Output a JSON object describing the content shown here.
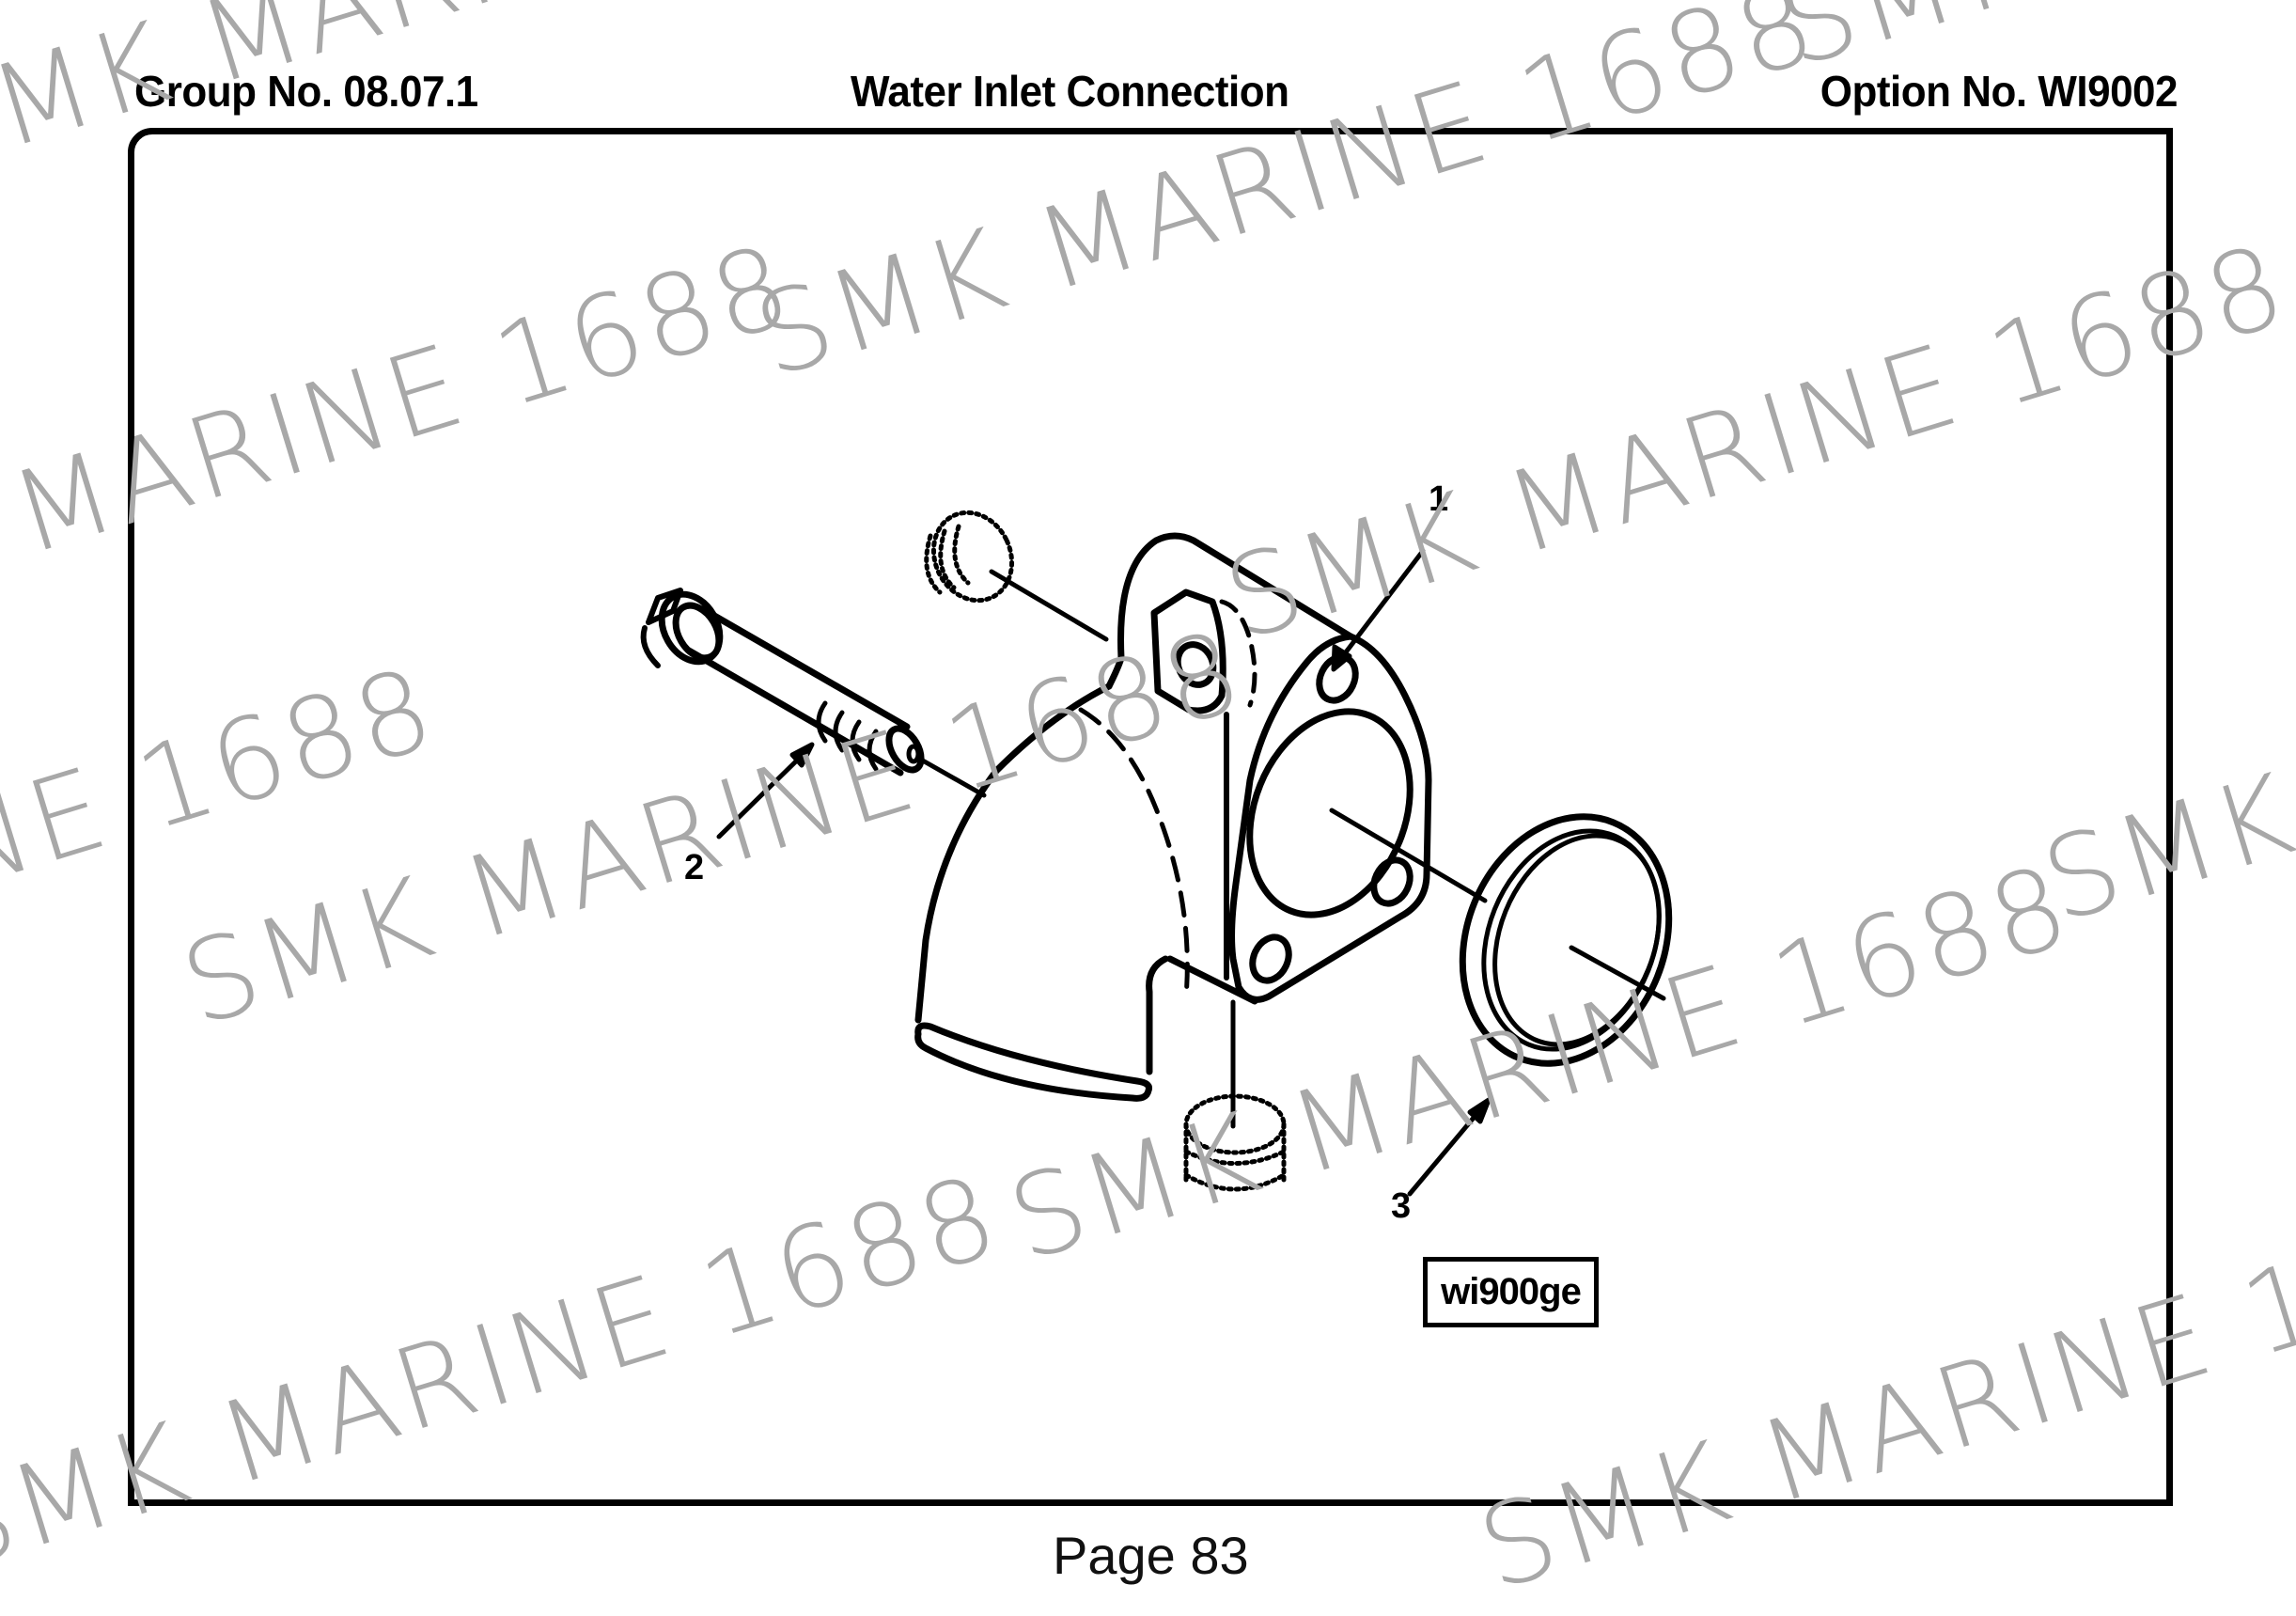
{
  "header": {
    "group": "Group No. 08.07.1",
    "title": "Water Inlet Connection",
    "option": "Option No. WI9002"
  },
  "diagram": {
    "callouts": [
      {
        "id": "1",
        "part": "water-inlet-connection-body"
      },
      {
        "id": "2",
        "part": "capscrew"
      },
      {
        "id": "3",
        "part": "seal-ring"
      }
    ],
    "reference_code": "wi900ge",
    "line_color": "#000000"
  },
  "footer": {
    "page": "Page 83"
  },
  "watermark": {
    "text": "SMK MARINE 1688",
    "color": "#a8a8a8"
  }
}
